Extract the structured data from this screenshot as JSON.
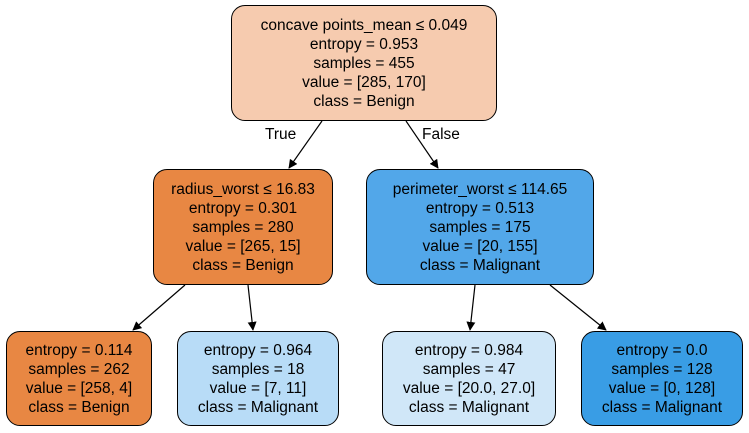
{
  "colors": {
    "benign_light": "#f6cbaf",
    "benign_strong": "#e88743",
    "malignant_strong": "#52a7e9",
    "malignant_light": "#b8dcf7",
    "malignant_pale": "#d0e7f8",
    "malignant_full": "#399de5",
    "edge": "#000000"
  },
  "edge_labels": {
    "true": "True",
    "false": "False"
  },
  "nodes": [
    {
      "id": "root",
      "split": "concave points_mean ≤ 0.049",
      "entropy": "entropy = 0.953",
      "samples": "samples = 455",
      "value": "value = [285, 170]",
      "class": "class = Benign"
    },
    {
      "id": "left",
      "split": "radius_worst ≤ 16.83",
      "entropy": "entropy = 0.301",
      "samples": "samples = 280",
      "value": "value = [265, 15]",
      "class": "class = Benign"
    },
    {
      "id": "right",
      "split": "perimeter_worst ≤ 114.65",
      "entropy": "entropy = 0.513",
      "samples": "samples = 175",
      "value": "value = [20, 155]",
      "class": "class = Malignant"
    },
    {
      "id": "leaf-1",
      "entropy": "entropy = 0.114",
      "samples": "samples = 262",
      "value": "value = [258, 4]",
      "class": "class = Benign"
    },
    {
      "id": "leaf-2",
      "entropy": "entropy = 0.964",
      "samples": "samples = 18",
      "value": "value = [7, 11]",
      "class": "class = Malignant"
    },
    {
      "id": "leaf-3",
      "entropy": "entropy = 0.984",
      "samples": "samples = 47",
      "value": "value = [20.0, 27.0]",
      "class": "class = Malignant"
    },
    {
      "id": "leaf-4",
      "entropy": "entropy = 0.0",
      "samples": "samples = 128",
      "value": "value = [0, 128]",
      "class": "class = Malignant"
    }
  ]
}
